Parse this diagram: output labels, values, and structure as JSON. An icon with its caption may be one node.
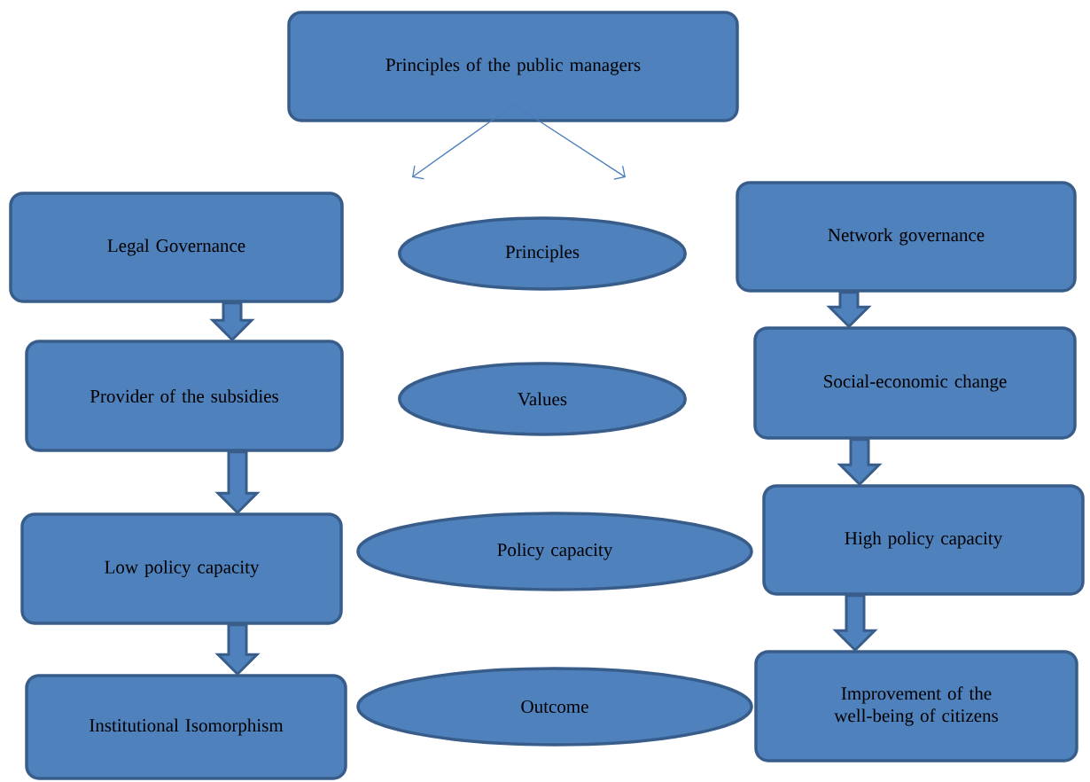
{
  "diagram": {
    "nodes": [
      {
        "text": [
          "Principles of the public managers"
        ]
      },
      {
        "text": [
          "Legal Governance"
        ]
      },
      {
        "text": [
          "Provider of the subsidies"
        ]
      },
      {
        "text": [
          "Low policy capacity"
        ]
      },
      {
        "text": [
          "Institutional Isomorphism"
        ]
      },
      {
        "text": [
          "Principles"
        ]
      },
      {
        "text": [
          "Values"
        ]
      },
      {
        "text": [
          "Policy capacity"
        ]
      },
      {
        "text": [
          "Outcome"
        ]
      },
      {
        "text": [
          "Network governance"
        ]
      },
      {
        "text": [
          "Social-economic change"
        ]
      },
      {
        "text": [
          "High policy capacity"
        ]
      },
      {
        "text": [
          "Improvement of the well-being of citizens"
        ]
      }
    ],
    "edges": [
      {
        "from": 0,
        "to": null,
        "arrow": "to"
      },
      {
        "from": 0,
        "to": null,
        "arrow": "to"
      },
      {
        "from": 1,
        "to": 2,
        "arrow": "to"
      },
      {
        "from": 2,
        "to": 3,
        "arrow": "to"
      },
      {
        "from": 3,
        "to": 4,
        "arrow": "to"
      },
      {
        "from": 9,
        "to": 10,
        "arrow": "to"
      },
      {
        "from": 10,
        "to": 11,
        "arrow": "to"
      },
      {
        "from": 11,
        "to": 12,
        "arrow": "to"
      }
    ]
  }
}
